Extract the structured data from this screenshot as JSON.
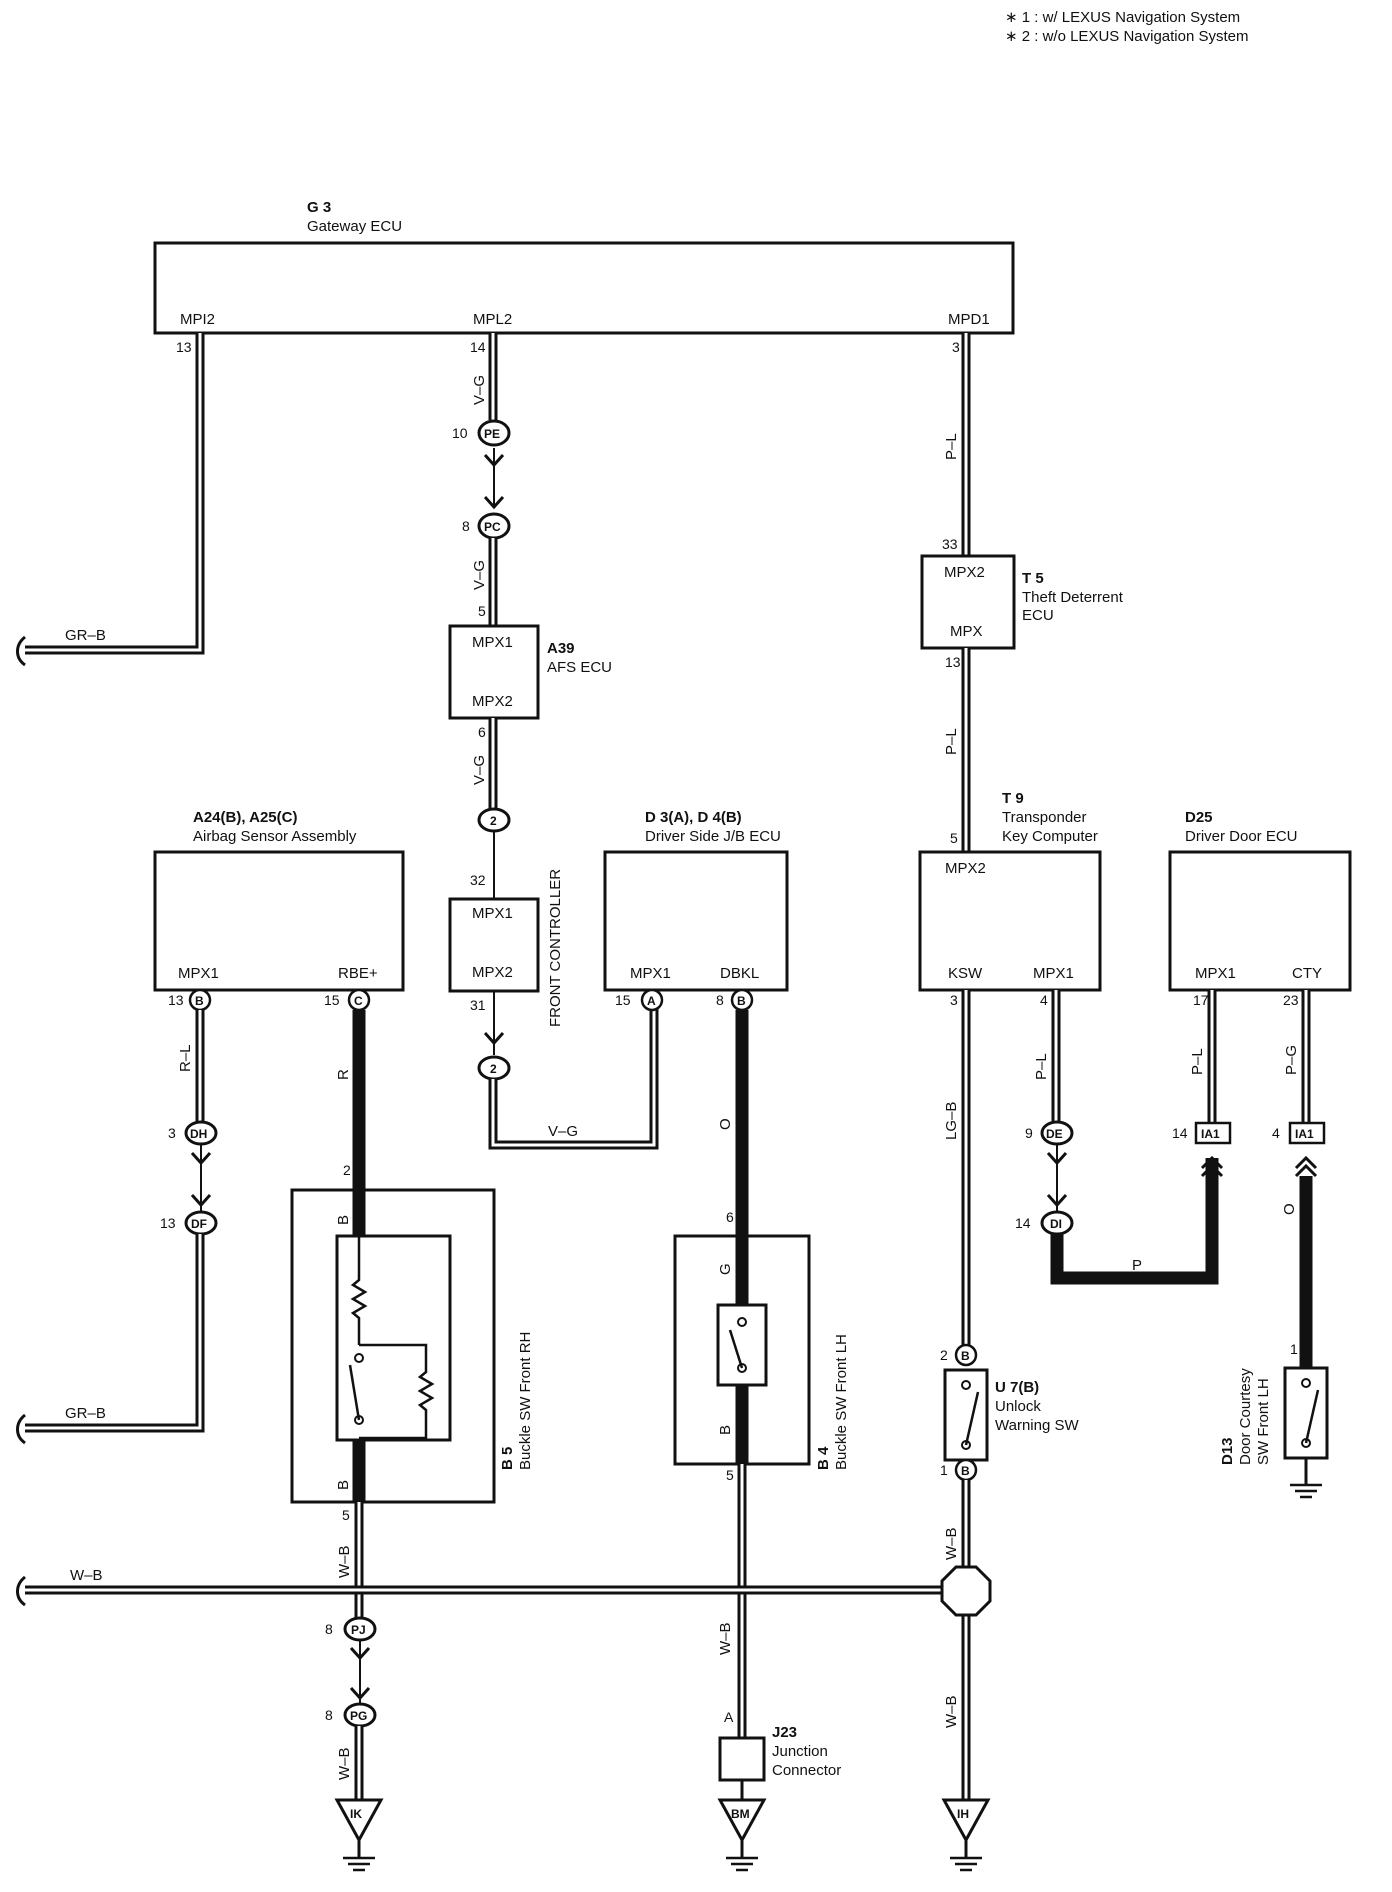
{
  "notes": {
    "n1": "∗ 1 : w/ LEXUS Navigation System",
    "n2": "∗ 2 : w/o LEXUS Navigation System"
  },
  "components": {
    "g3": {
      "code": "G 3",
      "name": "Gateway ECU",
      "pin_mpi2": "MPI2",
      "pin_mpl2": "MPL2",
      "pin_mpd1": "MPD1"
    },
    "a39": {
      "code": "A39",
      "name": "AFS ECU",
      "pin_in": "MPX1",
      "pin_out": "MPX2"
    },
    "t5": {
      "code": "T 5",
      "name1": "Theft Deterrent",
      "name2": "ECU",
      "pin_in": "MPX2",
      "pin_out": "MPX"
    },
    "front": {
      "name": "FRONT CONTROLLER",
      "pin_in": "MPX1",
      "pin_out": "MPX2"
    },
    "airbag": {
      "code": "A24(B), A25(C)",
      "name": "Airbag Sensor Assembly",
      "pin1": "MPX1",
      "pin2": "RBE+"
    },
    "jb": {
      "code": "D 3(A), D 4(B)",
      "name": "Driver Side J/B ECU",
      "pin1": "MPX1",
      "pin2": "DBKL"
    },
    "t9": {
      "code": "T 9",
      "name1": "Transponder",
      "name2": "Key Computer",
      "pin_top": "MPX2",
      "pin1": "KSW",
      "pin2": "MPX1"
    },
    "d25": {
      "code": "D25",
      "name": "Driver Door ECU",
      "pin1": "MPX1",
      "pin2": "CTY"
    },
    "b5": {
      "code": "B 5",
      "name": "Buckle SW Front RH"
    },
    "b4": {
      "code": "B 4",
      "name": "Buckle SW Front LH"
    },
    "u7": {
      "code": "U 7(B)",
      "name1": "Unlock",
      "name2": "Warning SW"
    },
    "d13": {
      "code": "D13",
      "name1": "Door Courtesy",
      "name2": "SW Front LH"
    },
    "j23": {
      "code": "J23",
      "name1": "Junction",
      "name2": "Connector"
    }
  },
  "wires": {
    "grb": "GR–B",
    "vg": "V–G",
    "pl": "P–L",
    "rl": "R–L",
    "r": "R",
    "o": "O",
    "lgb": "LG–B",
    "pg": "P–G",
    "p": "P",
    "wb": "W–B",
    "b": "B",
    "g": "G"
  },
  "pins": {
    "p13": "13",
    "p14": "14",
    "p3": "3",
    "p10": "10",
    "p8": "8",
    "p5": "5",
    "p6": "6",
    "p33": "33",
    "p32": "32",
    "p31": "31",
    "p15": "15",
    "p4": "4",
    "p17": "17",
    "p23": "23",
    "p9": "9",
    "p2": "2",
    "p1": "1",
    "pA": "A"
  },
  "connectors": {
    "pe": "PE",
    "pc": "PC",
    "two": "2",
    "dh": "DH",
    "df": "DF",
    "de": "DE",
    "di": "DI",
    "ia1": "IA1",
    "pj": "PJ",
    "pg": "PG",
    "b": "B",
    "c": "C",
    "a": "A"
  },
  "grounds": {
    "ik": "IK",
    "bm": "BM",
    "ih": "IH"
  }
}
